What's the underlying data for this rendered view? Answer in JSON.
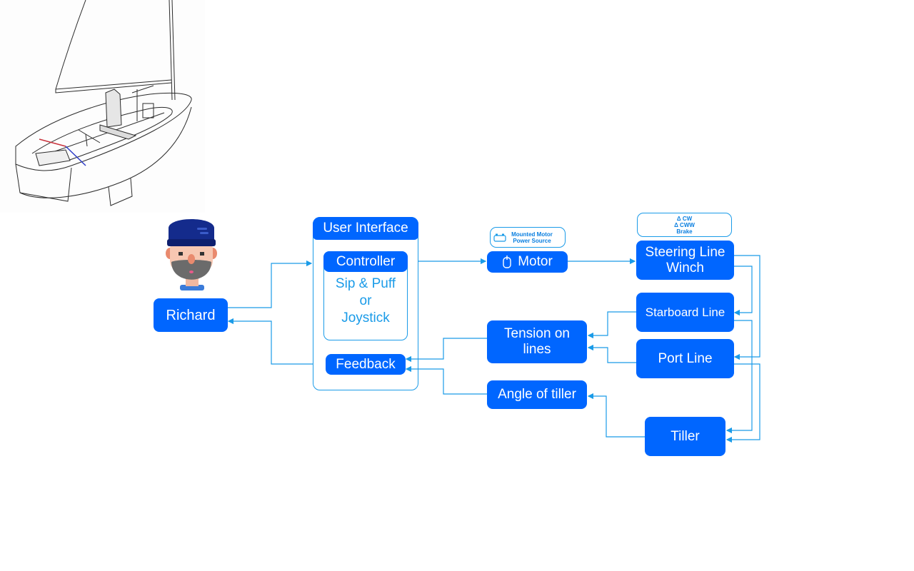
{
  "colors": {
    "node_fill": "#0066ff",
    "node_text": "#ffffff",
    "connector": "#1a9be8",
    "outline": "#1a9be8",
    "background": "#ffffff"
  },
  "illustrations": {
    "sailboat_sketch": "sailboat-sketch",
    "avatar": "bearded-man-avatar"
  },
  "nodes": {
    "richard": "Richard",
    "user_interface": "User Interface",
    "controller": "Controller",
    "controller_options": [
      "Sip & Puff",
      "or",
      "Joystick"
    ],
    "feedback": "Feedback",
    "motor": "Motor",
    "motor_note": [
      "Mounted Motor",
      "Power Source"
    ],
    "steering_winch": [
      "Steering Line",
      "Winch"
    ],
    "winch_note": [
      "Δ CW",
      "Δ CWW",
      "Brake"
    ],
    "starboard_line": "Starboard Line",
    "port_line": "Port Line",
    "tension_on_lines": [
      "Tension on",
      "lines"
    ],
    "angle_of_tiller": "Angle of tiller",
    "tiller": "Tiller"
  }
}
